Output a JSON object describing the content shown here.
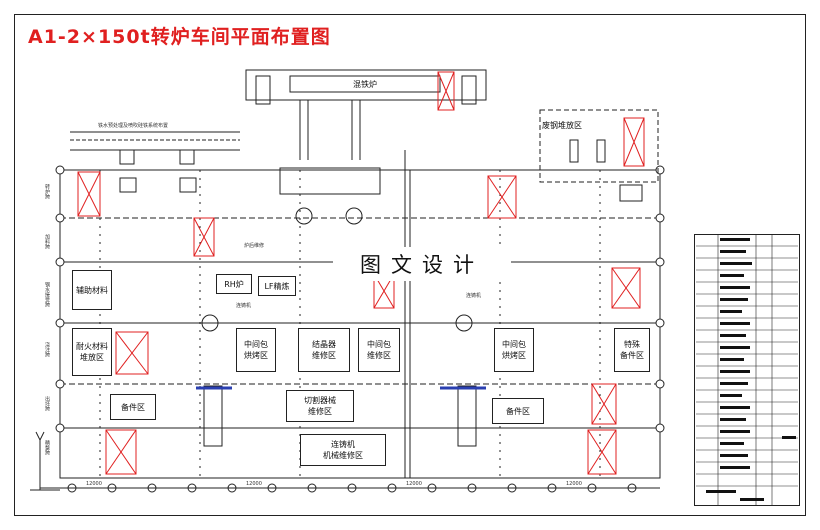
{
  "title": "A1-2×150t转炉车间平面布置图",
  "watermark": "图文设计",
  "zones": {
    "mixer": "混铁炉",
    "scrap": "废钢堆放区",
    "aux": "辅助材料",
    "refractory": "耐火材料\n堆放区",
    "tundish_bake_1": "中间包\n烘烤区",
    "tundish_bake_2": "中间包\n烘烤区",
    "crystallizer": "结晶器\n维修区",
    "tundish_repair": "中间包\n维修区",
    "special_parts": "特殊\n备件区",
    "parts_left": "备件区",
    "parts_right": "备件区",
    "cutter": "切割器械\n维修区",
    "caster": "连铸机\n机械维修区",
    "rh": "RH炉",
    "lf": "LF精炼",
    "small_tags": [
      "铁水预处理及喷吹硅铁系统布置",
      "转炉跨",
      "加料跨",
      "钢水接受跨",
      "浇注跨",
      "出坯跨",
      "精整跨",
      "炉后维修",
      "连铸机"
    ],
    "bottom_dim": "12000"
  },
  "colors": {
    "title": "#e02020",
    "line": "#222222",
    "red_box": "#e02020",
    "accent": "#2a3fb0"
  }
}
